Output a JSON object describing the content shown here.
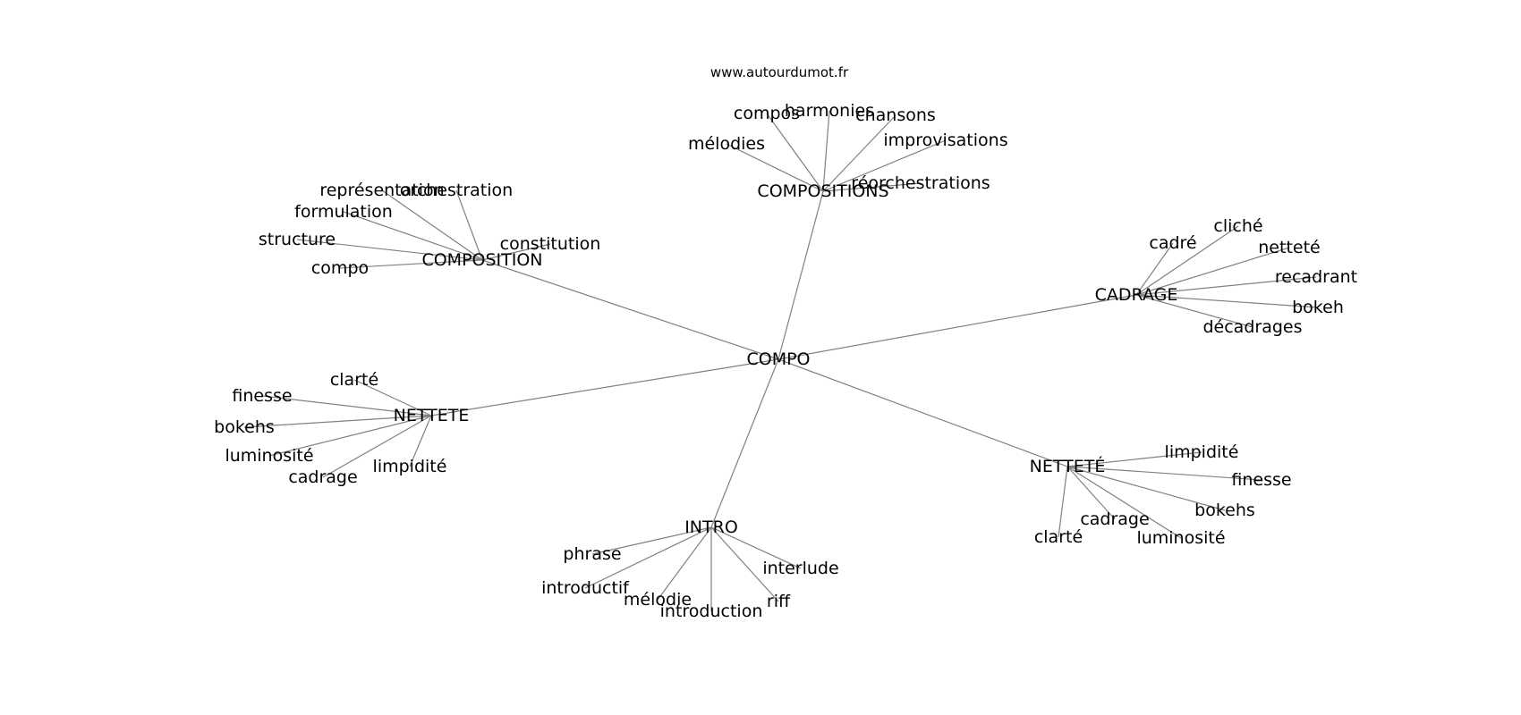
{
  "watermark": "www.autourdumot.fr",
  "root": "COMPO",
  "clusters": [
    {
      "label": "COMPOSITIONS",
      "leaves": [
        "mélodies",
        "compos",
        "harmonies",
        "chansons",
        "improvisations",
        "réorchestrations"
      ]
    },
    {
      "label": "COMPOSITION",
      "leaves": [
        "représentation",
        "orchestration",
        "formulation",
        "structure",
        "compo",
        "constitution"
      ]
    },
    {
      "label": "CADRAGE",
      "leaves": [
        "cadré",
        "cliché",
        "netteté",
        "recadrant",
        "bokeh",
        "décadrages"
      ]
    },
    {
      "label": "NETTETE",
      "leaves": [
        "clarté",
        "finesse",
        "bokehs",
        "luminosité",
        "cadrage",
        "limpidité"
      ]
    },
    {
      "label": "NETTETÉ",
      "leaves": [
        "limpidité",
        "finesse",
        "bokehs",
        "luminosité",
        "cadrage",
        "clarté"
      ]
    },
    {
      "label": "INTRO",
      "leaves": [
        "phrase",
        "introductif",
        "mélodie",
        "introduction",
        "riff",
        "interlude"
      ]
    }
  ]
}
